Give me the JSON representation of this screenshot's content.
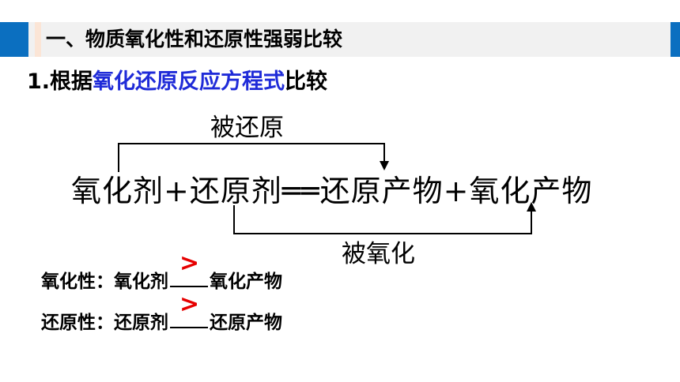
{
  "header": {
    "title": "一、物质氧化性和还原性强弱比较"
  },
  "section": {
    "number": "1.",
    "prefix": "根据",
    "highlight": "氧化还原反应方程式",
    "suffix": "比较"
  },
  "diagram": {
    "top_label": "被还原",
    "equation": "氧化剂+还原剂══还原产物+氧化产物",
    "bottom_label": "被氧化"
  },
  "comparisons": [
    {
      "label": "氧化性：",
      "left": "氧化剂",
      "symbol": ">",
      "right": "氧化产物"
    },
    {
      "label": "还原性：",
      "left": "还原剂",
      "symbol": ">",
      "right": "还原产物"
    }
  ],
  "colors": {
    "accent": "#0b6fc0",
    "highlight": "#1f2bd8",
    "answer": "#e60000"
  }
}
